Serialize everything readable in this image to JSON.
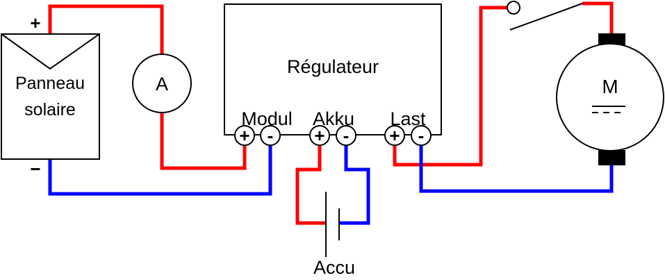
{
  "diagram": {
    "type": "electrical-circuit",
    "wire_colors": {
      "positive": "#ff0000",
      "negative": "#0000ff",
      "component_outline": "#000000"
    },
    "solar_panel": {
      "label_line1": "Panneau",
      "label_line2": "solaire",
      "plus_sign": "+",
      "minus_sign": "−"
    },
    "ammeter": {
      "label": "A"
    },
    "regulator": {
      "title": "Régulateur",
      "groups": [
        {
          "label": "Modul",
          "plus": "+",
          "minus": "-"
        },
        {
          "label": "Akku",
          "plus": "+",
          "minus": "-"
        },
        {
          "label": "Last",
          "plus": "+",
          "minus": "-"
        }
      ]
    },
    "battery": {
      "label": "Accu"
    },
    "switch": {
      "state": "open"
    },
    "motor": {
      "label": "M",
      "type": "DC"
    }
  }
}
